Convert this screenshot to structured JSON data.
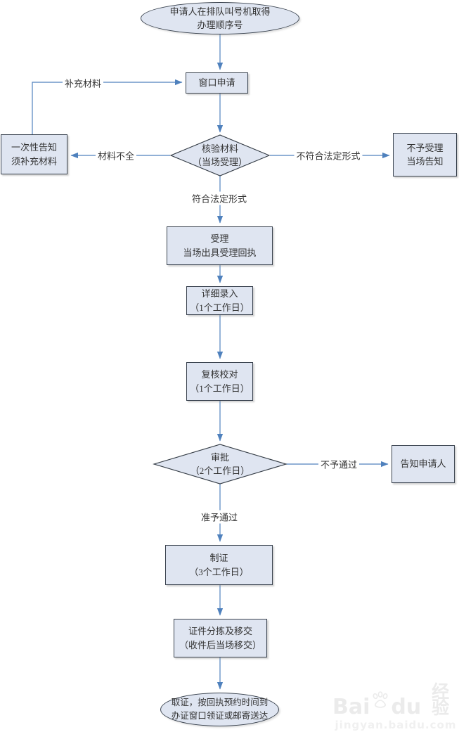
{
  "nodes": {
    "start": {
      "lines": [
        "申请人在排队叫号机取得",
        "办理顺序号"
      ]
    },
    "window": {
      "label": "窗口申请"
    },
    "verify": {
      "lines": [
        "核验材料",
        "（当场受理）"
      ]
    },
    "notify_supplement": {
      "lines": [
        "一次性告知",
        "须补充材料"
      ]
    },
    "reject": {
      "lines": [
        "不予受理",
        "当场告知"
      ]
    },
    "accept": {
      "lines": [
        "受理",
        "当场出具受理回执"
      ]
    },
    "entry": {
      "lines": [
        "详细录入",
        "（1个工作日）"
      ]
    },
    "review": {
      "lines": [
        "复核校对",
        "（1个工作日）"
      ]
    },
    "approve": {
      "lines": [
        "审批",
        "（2个工作日）"
      ]
    },
    "inform": {
      "label": "告知申请人"
    },
    "make_cert": {
      "lines": [
        "制证",
        "（3个工作日）"
      ]
    },
    "sort": {
      "lines": [
        "证件分拣及移交",
        "（收件后当场移交）"
      ]
    },
    "end": {
      "lines": [
        "取证，按回执预约时间到",
        "办证窗口领证或邮寄送达"
      ]
    }
  },
  "edge_labels": {
    "supplement": "补充材料",
    "incomplete": "材料不全",
    "not_legal": "不符合法定形式",
    "legal": "符合法定形式",
    "not_pass": "不予通过",
    "pass": "准予通过"
  },
  "watermark": {
    "brand_left": "Bai",
    "brand_right": "du",
    "suffix": "经验",
    "url": "jingyan.baidu.com"
  },
  "colors": {
    "node_fill": "#dfe5f1",
    "node_border": "#39424e",
    "line": "#4f81bd",
    "text": "#333333"
  }
}
